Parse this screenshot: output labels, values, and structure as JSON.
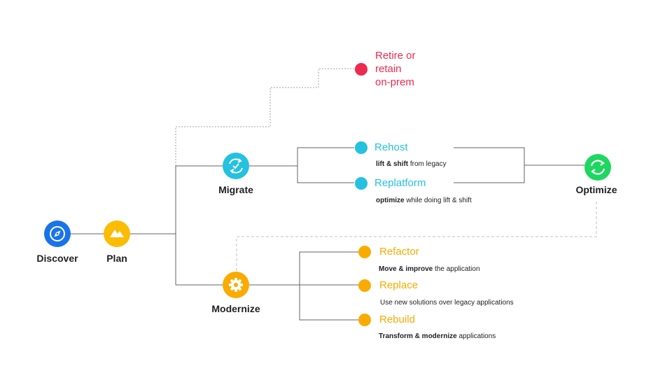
{
  "colors": {
    "line": "#5f6368",
    "discover": "#1a73e8",
    "plan": "#fbbc04",
    "migrate": "#24c1e0",
    "modernize": "#f9ab00",
    "optimize": "#1ed760",
    "retire": "#ee2a4f",
    "rehost_text": "#24c1e0",
    "modernize_text": "#f9ab00"
  },
  "nodes": {
    "discover": {
      "label": "Discover",
      "icon": "compass-icon"
    },
    "plan": {
      "label": "Plan",
      "icon": "mountain-icon"
    },
    "migrate": {
      "label": "Migrate",
      "icon": "sync-check-icon"
    },
    "modernize": {
      "label": "Modernize",
      "icon": "gear-icon"
    },
    "optimize": {
      "label": "Optimize",
      "icon": "refresh-icon"
    }
  },
  "retire": {
    "line1": "Retire or",
    "line2": "retain",
    "line3": "on-prem"
  },
  "migrate_options": [
    {
      "title": "Rehost",
      "desc_bold": "lift & shift",
      "desc_rest": " from legacy"
    },
    {
      "title": "Replatform",
      "desc_bold": "optimize",
      "desc_rest": " while doing lift & shift"
    }
  ],
  "modernize_options": [
    {
      "title": "Refactor",
      "desc_bold": "Move & improve",
      "desc_rest": " the application"
    },
    {
      "title": "Replace",
      "desc_bold": "",
      "desc_rest": "Use new solutions over legacy applications"
    },
    {
      "title": "Rebuild",
      "desc_bold": "Transform & modernize",
      "desc_rest": " applications"
    }
  ]
}
